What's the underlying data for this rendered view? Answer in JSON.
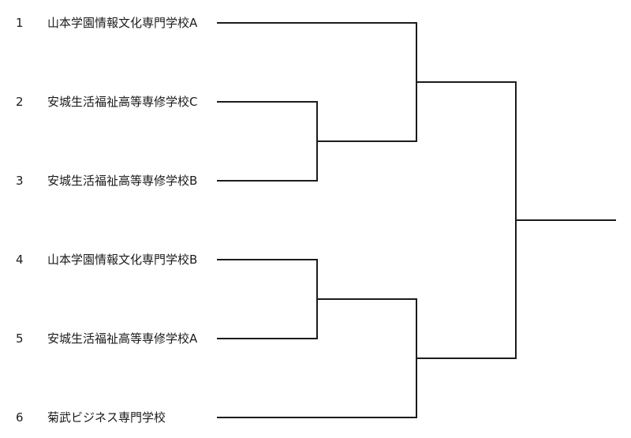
{
  "bracket": {
    "entries": [
      {
        "seed": "1",
        "name": "山本学園情報文化専門学校A"
      },
      {
        "seed": "2",
        "name": "安城生活福祉高等専修学校C"
      },
      {
        "seed": "3",
        "name": "安城生活福祉高等専修学校B"
      },
      {
        "seed": "4",
        "name": "山本学園情報文化専門学校B"
      },
      {
        "seed": "5",
        "name": "安城生活福祉高等専修学校A"
      },
      {
        "seed": "6",
        "name": "菊武ビジネス専門学校"
      }
    ],
    "structure": {
      "round1_matches": [
        {
          "teams": [
            "2",
            "3"
          ]
        },
        {
          "teams": [
            "4",
            "5"
          ]
        }
      ],
      "semifinal_matches": [
        {
          "teams": [
            "1",
            "winner of 2-3"
          ]
        },
        {
          "teams": [
            "winner of 4-5",
            "6"
          ]
        }
      ],
      "final_match": {
        "teams": [
          "winner of top half",
          "winner of bottom half"
        ]
      }
    },
    "colors": {
      "line": "#1c1c1c",
      "text": "#1c1c1c",
      "background": "#ffffff"
    }
  }
}
